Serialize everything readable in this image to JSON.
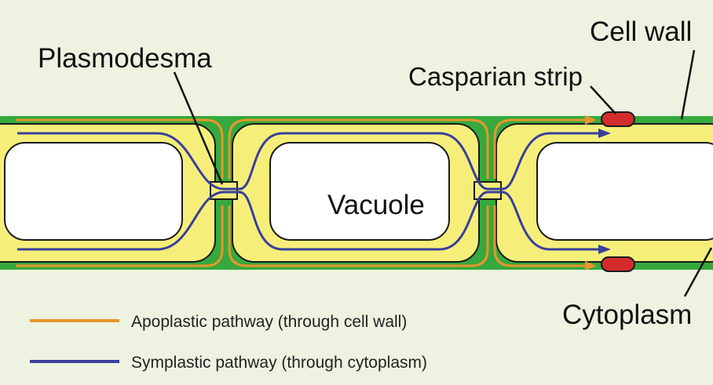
{
  "labels": {
    "plasmodesma": "Plasmodesma",
    "cell_wall": "Cell wall",
    "casparian_strip": "Casparian strip",
    "vacuole": "Vacuole",
    "cytoplasm": "Cytoplasm"
  },
  "legend": [
    {
      "label": "Apoplastic pathway (through cell wall)",
      "color": "#e8962a"
    },
    {
      "label": "Symplastic pathway (through cytoplasm)",
      "color": "#3a3f9c"
    }
  ],
  "colors": {
    "background": "#eef2e0",
    "cell_wall": "#36a93e",
    "cytoplasm": "#f5ef7a",
    "vacuole": "#ffffff",
    "casparian_strip": "#d42c2c",
    "outline": "#1a1a1a"
  }
}
